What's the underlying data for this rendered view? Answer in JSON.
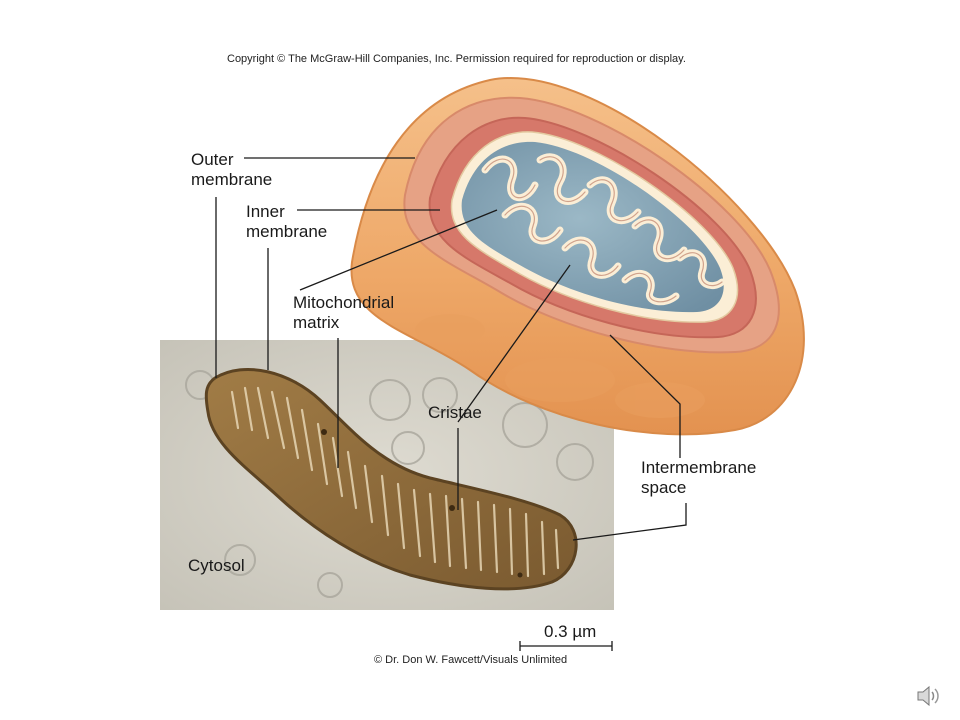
{
  "figure": {
    "copyright_top": "Copyright © The McGraw-Hill Companies, Inc. Permission required for reproduction or display.",
    "copyright_bottom": "© Dr. Don W. Fawcett/Visuals Unlimited",
    "scale_bar": "0.3 µm",
    "labels": {
      "outer_membrane_1": "Outer",
      "outer_membrane_2": "membrane",
      "inner_membrane_1": "Inner",
      "inner_membrane_2": "membrane",
      "matrix_1": "Mitochondrial",
      "matrix_2": "matrix",
      "cristae": "Cristae",
      "intermembrane_1": "Intermembrane",
      "intermembrane_2": "space",
      "cytosol": "Cytosol"
    }
  },
  "icons": {
    "audio": "speaker-icon"
  },
  "colors": {
    "outer_orange": "#f0b070",
    "inner_pink": "#d98878",
    "matrix_blue": "#7fa3b6",
    "micrograph_bg": "#d4d2c8",
    "micrograph_organelle": "#8b6a3c"
  }
}
